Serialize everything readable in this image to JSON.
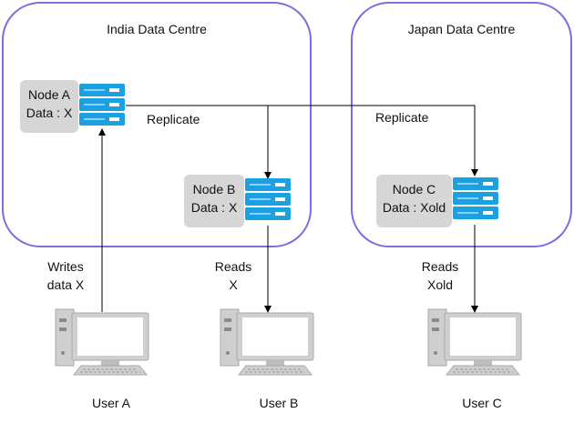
{
  "datacentres": {
    "india": {
      "title": "India Data Centre"
    },
    "japan": {
      "title": "Japan Data Centre"
    }
  },
  "nodes": {
    "a": {
      "name": "Node A",
      "data": "Data : X"
    },
    "b": {
      "name": "Node B",
      "data": "Data : X"
    },
    "c": {
      "name": "Node C",
      "data": "Data : Xold"
    }
  },
  "edges": {
    "replicate_b": "Replicate",
    "replicate_c": "Replicate"
  },
  "users": {
    "a": {
      "name": "User A",
      "action_line1": "Writes",
      "action_line2": "data X"
    },
    "b": {
      "name": "User B",
      "action_line1": "Reads",
      "action_line2": "X"
    },
    "c": {
      "name": "User C",
      "action_line1": "Reads",
      "action_line2": "Xold"
    }
  },
  "colors": {
    "datacentre_border": "#7b6fe0",
    "server_fill": "#1ba1e2",
    "node_card_fill": "#d6d6d6",
    "computer_fill": "#cfcfcf",
    "arrow": "#000000"
  },
  "icons": {
    "server": "server-rack-icon",
    "computer": "desktop-computer-icon"
  }
}
